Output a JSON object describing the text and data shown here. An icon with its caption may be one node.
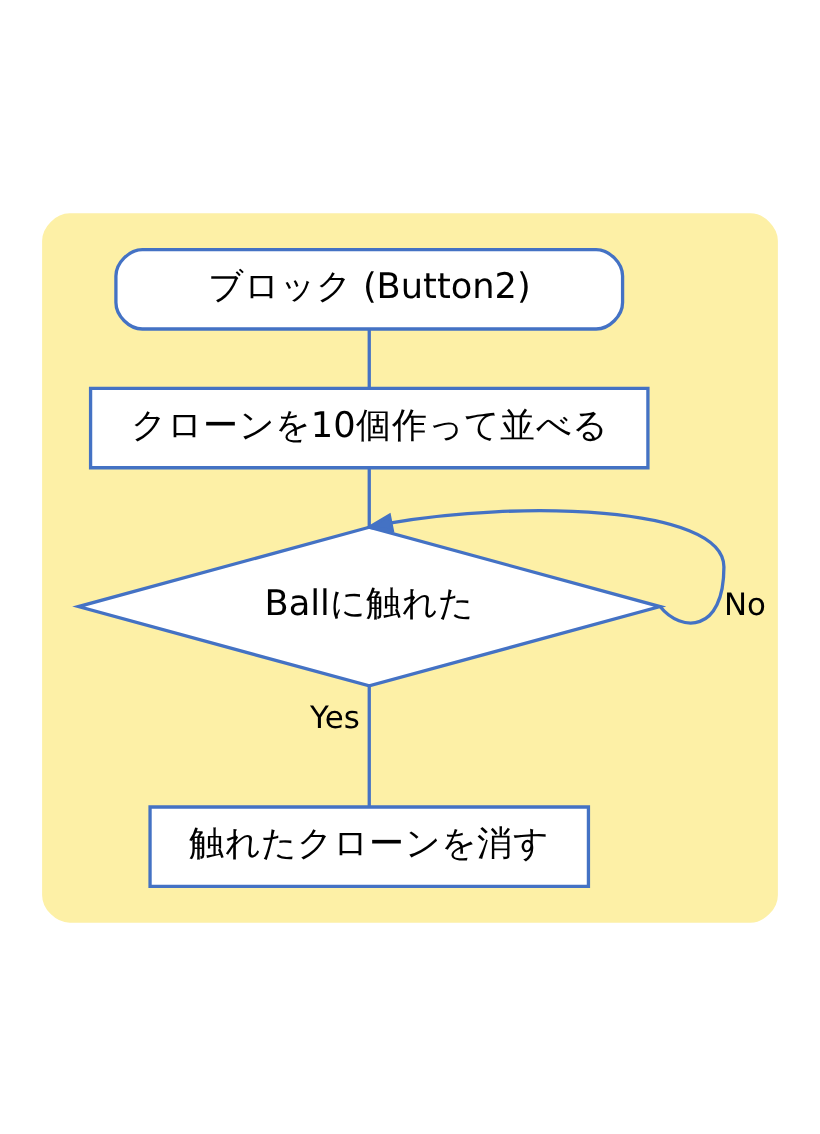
{
  "diagram": {
    "nodes": [
      {
        "text": [],
        "shape": "box"
      },
      {
        "text": [
          "ブロック (Button2)"
        ],
        "in": 0
      },
      {
        "text": [
          "クローンを10個作って並べる"
        ],
        "in": 0
      },
      {
        "text": [
          "Ballに触れた"
        ],
        "in": 0
      },
      {
        "text": [
          "触れたクローンを消す"
        ],
        "in": 0
      }
    ],
    "edges": [
      {
        "from": 1,
        "to": 2,
        "arrow": "none"
      },
      {
        "from": 2,
        "to": 3,
        "arrow": "none"
      },
      {
        "from": 3,
        "to": 3,
        "arrow": "to",
        "label": "No"
      },
      {
        "from": 3,
        "to": 4,
        "arrow": "none",
        "label": "Yes"
      }
    ]
  }
}
